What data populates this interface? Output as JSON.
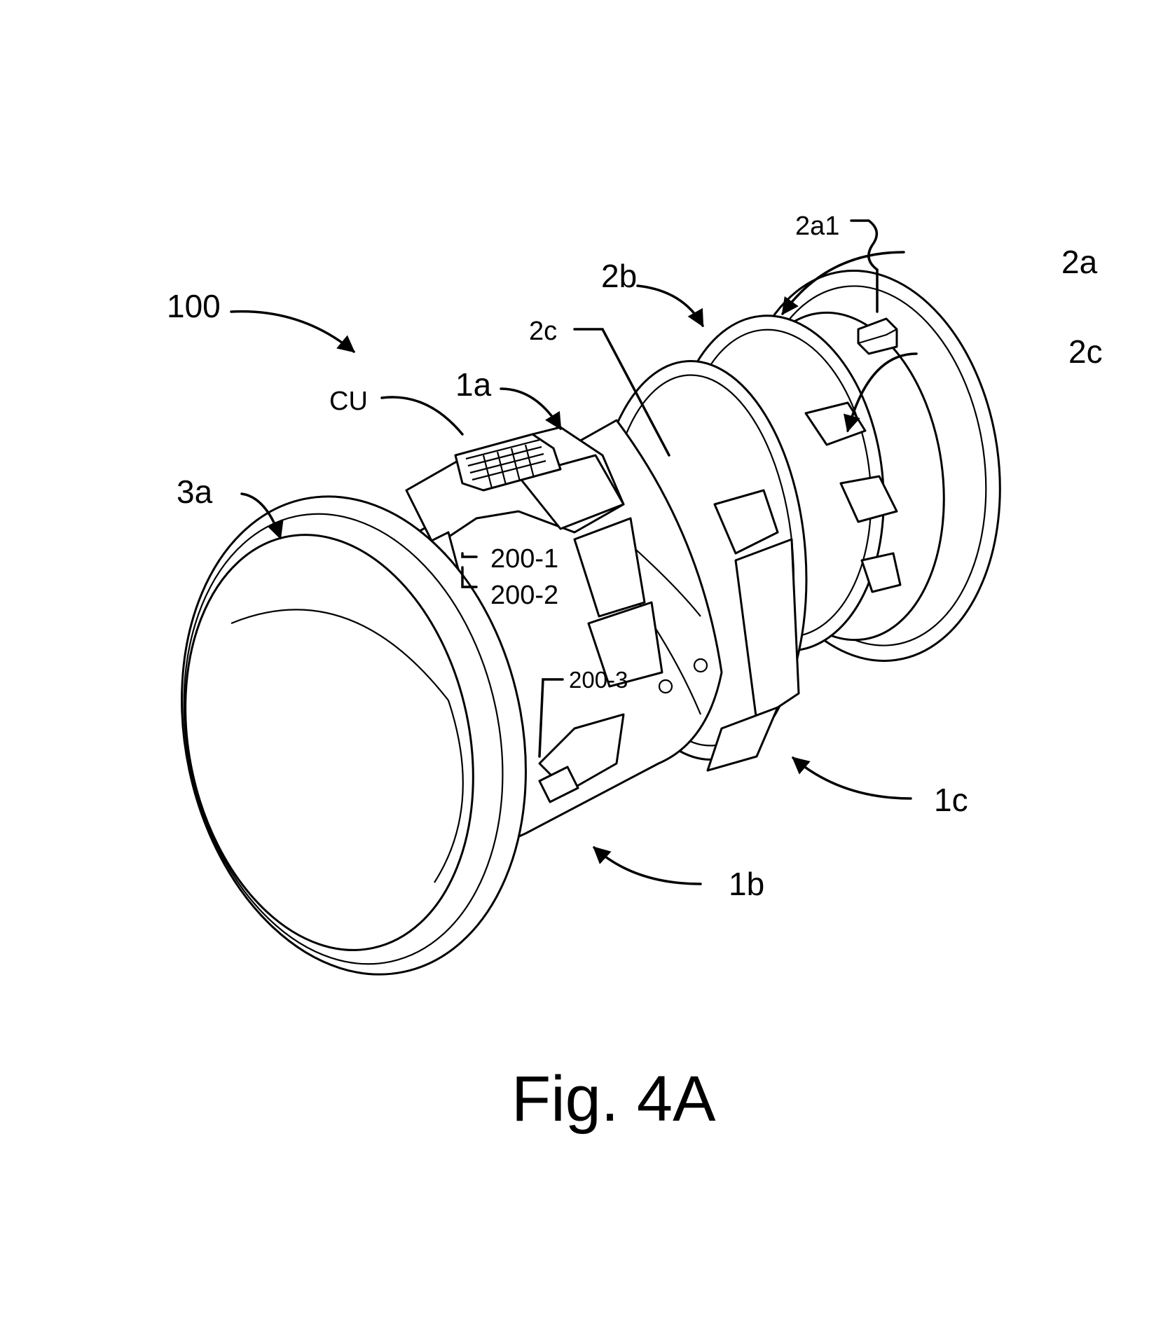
{
  "figure": {
    "caption": "Fig. 4A",
    "labels": {
      "assembly": "100",
      "control_unit": "CU",
      "part_1a": "1a",
      "part_1b": "1b",
      "part_1c": "1c",
      "part_2a": "2a",
      "part_2a1": "2a1",
      "part_2b": "2b",
      "part_2c_left": "2c",
      "part_2c_right": "2c",
      "part_3a": "3a",
      "sensor_200_1": "200-1",
      "sensor_200_2": "200-2",
      "sensor_200_3": "200-3"
    }
  }
}
